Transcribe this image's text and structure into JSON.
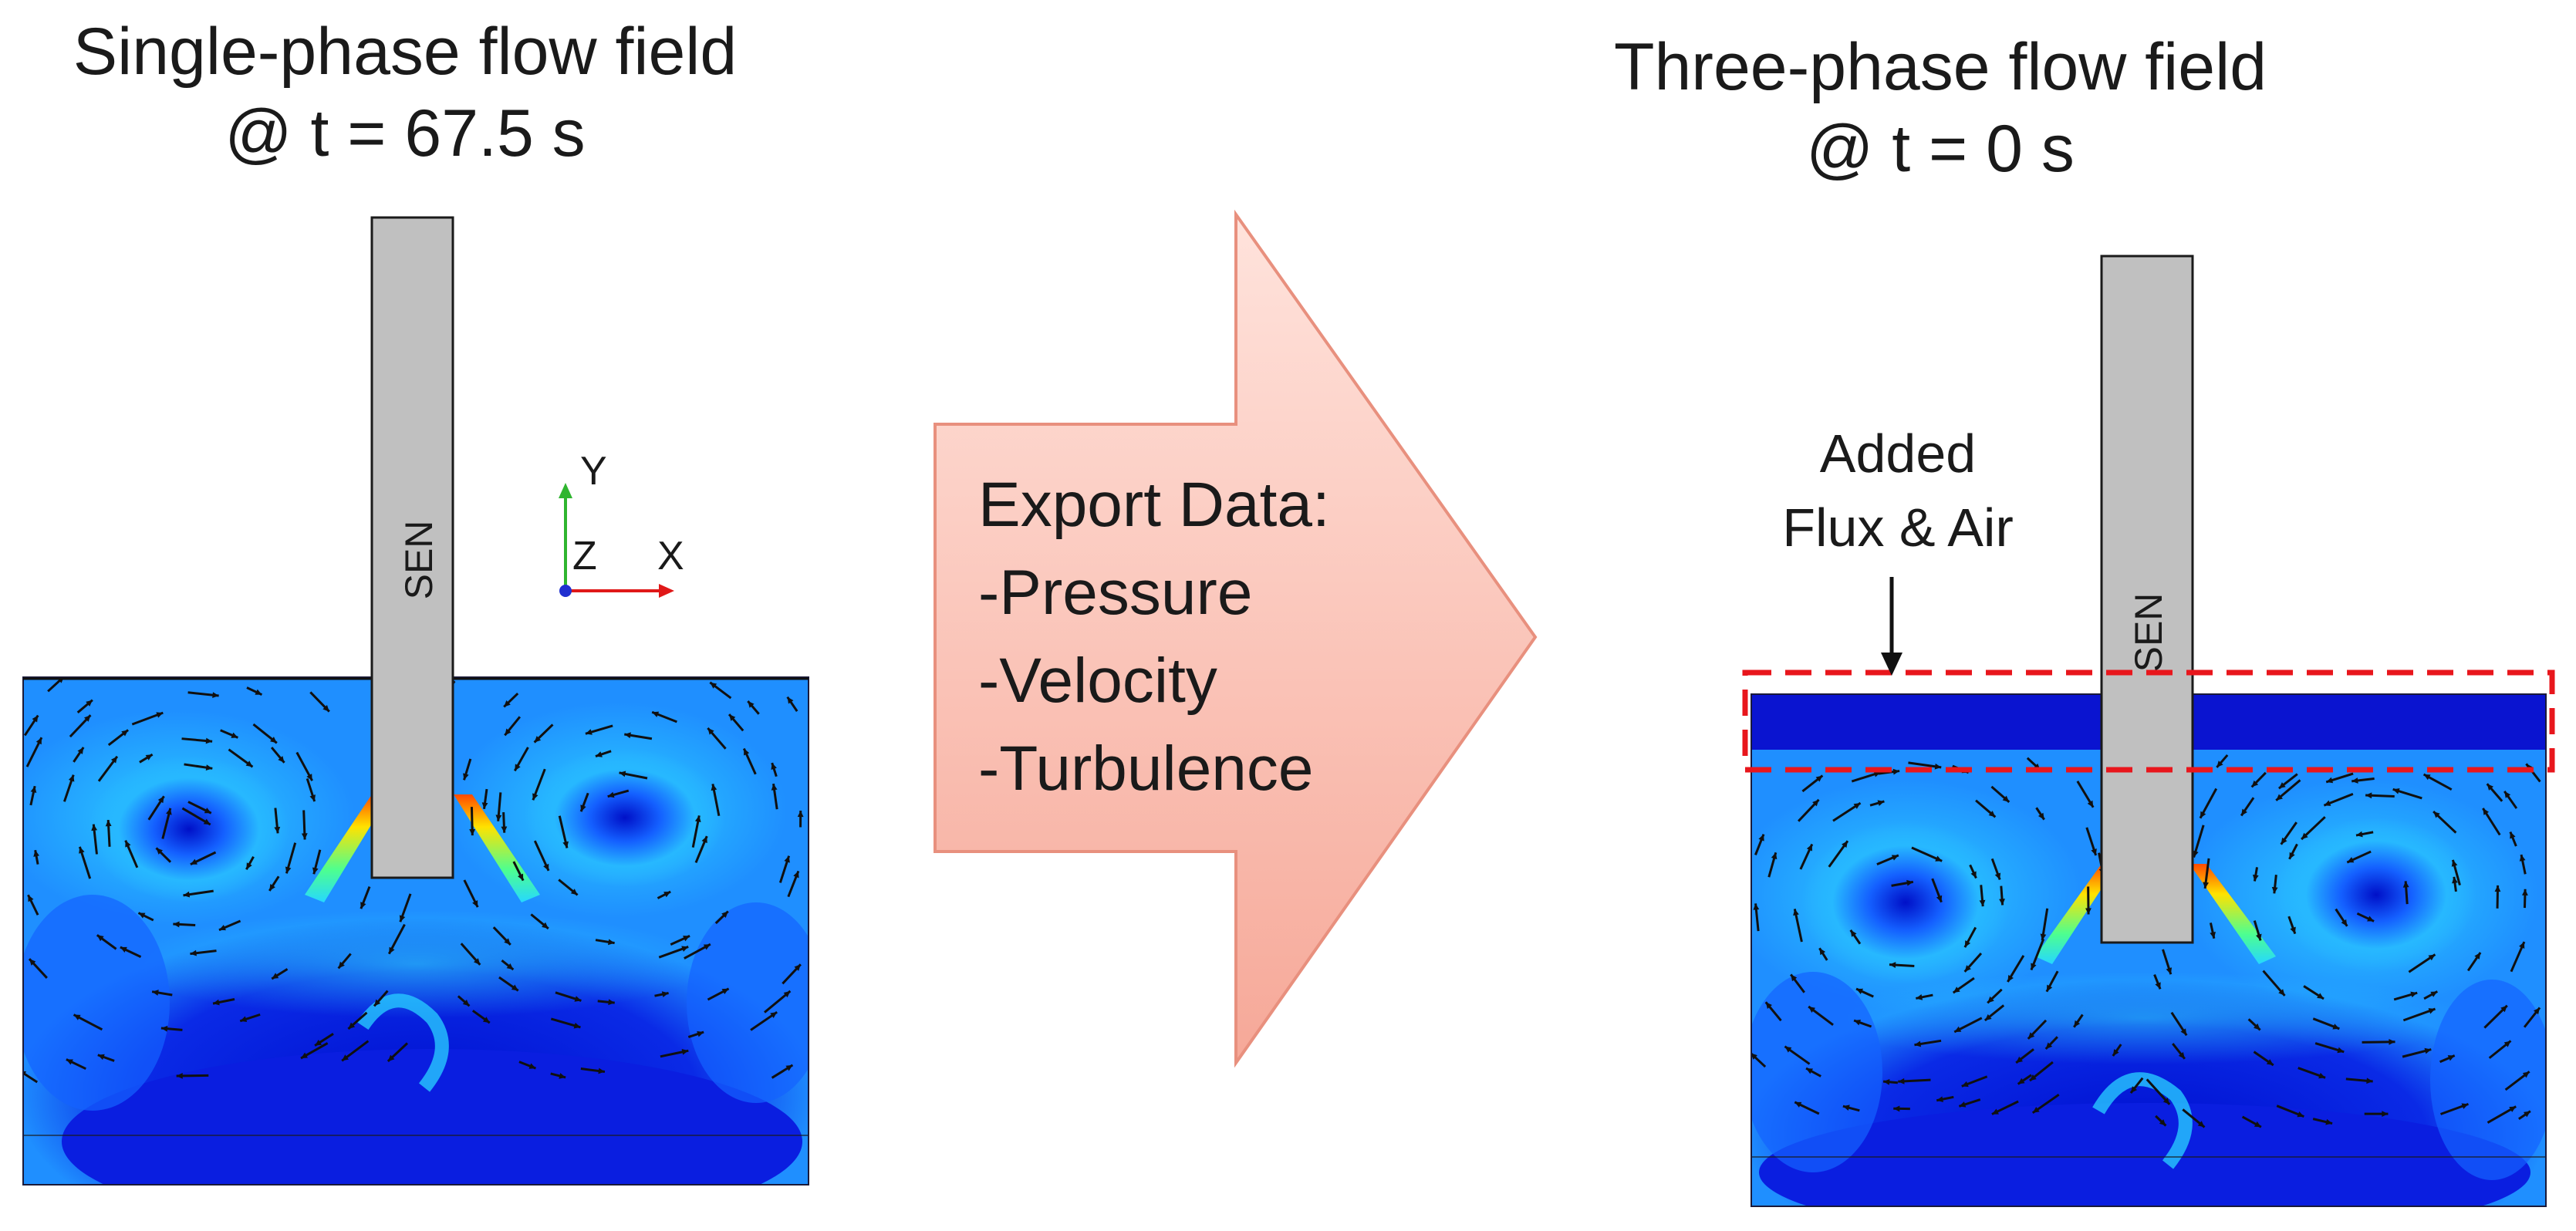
{
  "left_panel": {
    "title_line1": "Single-phase flow field",
    "title_line2": "@ t = 67.5 s",
    "nozzle_label": "SEN",
    "axis_labels": {
      "y": "Y",
      "z": "Z",
      "x": "X"
    }
  },
  "middle_arrow": {
    "heading": "Export Data:",
    "items": [
      "-Pressure",
      "-Velocity",
      "-Turbulence"
    ],
    "fill_color": "#f9c2b8",
    "stroke_color": "#e8907e"
  },
  "right_panel": {
    "title_line1": "Three-phase flow field",
    "title_line2": "@ t = 0 s",
    "nozzle_label": "SEN",
    "annotation_line1": "Added",
    "annotation_line2": "Flux & Air",
    "highlight_color": "#e8161c"
  },
  "colors": {
    "field_deep": "#0012d8",
    "field_mid": "#1463ff",
    "field_light": "#1fa3ff",
    "field_cyan": "#26e0ff",
    "jet_yellow": "#ffe600",
    "jet_red": "#ff3a00",
    "nozzle_fill": "#c0c0c0"
  }
}
